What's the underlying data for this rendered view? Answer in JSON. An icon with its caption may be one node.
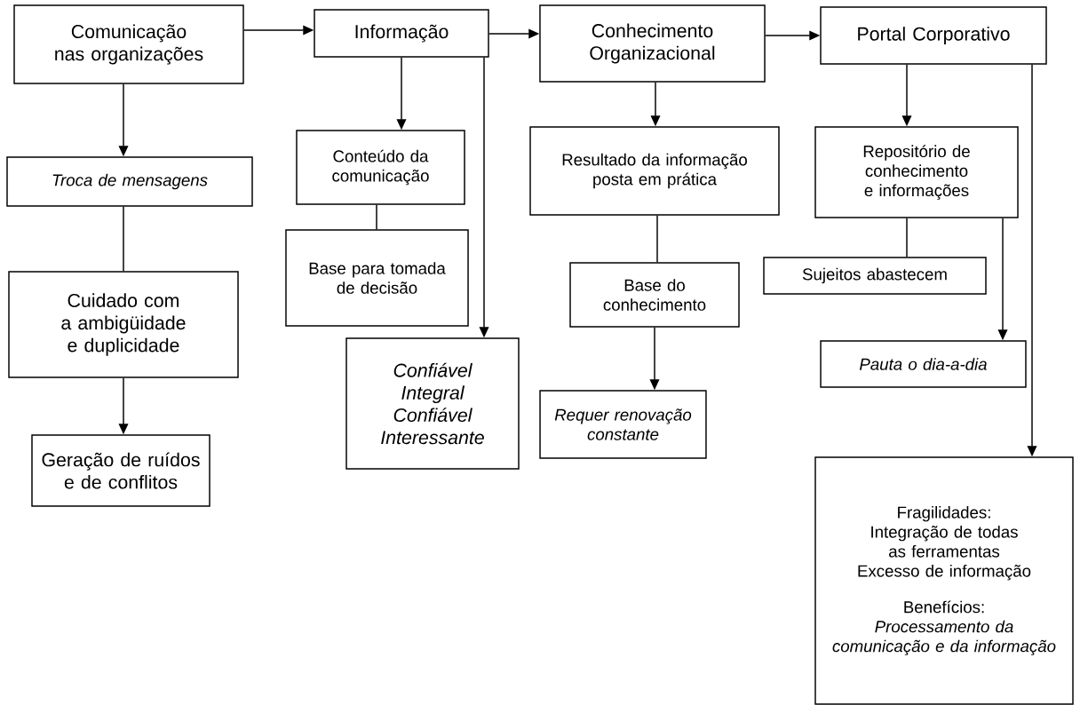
{
  "diagram": {
    "nodes": [
      {
        "text": [
          "Comunicação nas organizações"
        ]
      },
      {
        "text": [
          "Informação"
        ]
      },
      {
        "text": [
          "Conhecimento Organizacional"
        ]
      },
      {
        "text": [
          "Portal Corporativo"
        ]
      },
      {
        "text": [
          "Troca de mensagens"
        ]
      },
      {
        "text": [
          "Cuidado com a ambigüidade e duplicidade"
        ]
      },
      {
        "text": [
          "Geração de ruídos e de conflitos"
        ]
      },
      {
        "text": [
          "Conteúdo da comunicação"
        ]
      },
      {
        "text": [
          "Base para tomada de decisão"
        ]
      },
      {
        "text": [
          "Confiável",
          "Integral",
          "Confiável",
          "Interessante"
        ]
      },
      {
        "text": [
          "Resultado da informação posta em prática"
        ]
      },
      {
        "text": [
          "Base do conhecimento"
        ]
      },
      {
        "text": [
          "Requer renovação constante"
        ]
      },
      {
        "text": [
          "Repositório de conhecimento e informações"
        ]
      },
      {
        "text": [
          "Sujeitos abastecem"
        ]
      },
      {
        "text": [
          "Pauta o dia-a-dia"
        ]
      },
      {
        "text": [
          "Fragilidades:",
          "Integração de todas as ferramentas",
          "Excesso de informação",
          "Benefícios:",
          "Processamento da comunicação e da informação"
        ]
      }
    ],
    "edges": [
      {
        "from": 0,
        "to": 1,
        "arrow": "to"
      },
      {
        "from": 1,
        "to": 2,
        "arrow": "to"
      },
      {
        "from": 2,
        "to": 3,
        "arrow": "to"
      },
      {
        "from": 0,
        "to": 4,
        "arrow": "to"
      },
      {
        "from": 4,
        "to": 5,
        "arrow": "none"
      },
      {
        "from": 5,
        "to": 6,
        "arrow": "to"
      },
      {
        "from": 1,
        "to": 7,
        "arrow": "to"
      },
      {
        "from": 7,
        "to": 8,
        "arrow": "none"
      },
      {
        "from": 1,
        "to": 9,
        "arrow": "to"
      },
      {
        "from": 2,
        "to": 10,
        "arrow": "to"
      },
      {
        "from": 10,
        "to": 11,
        "arrow": "none"
      },
      {
        "from": 11,
        "to": 12,
        "arrow": "to"
      },
      {
        "from": 3,
        "to": 13,
        "arrow": "to"
      },
      {
        "from": 13,
        "to": 14,
        "arrow": "none"
      },
      {
        "from": 13,
        "to": 15,
        "arrow": "to"
      },
      {
        "from": 3,
        "to": 16,
        "arrow": "to"
      }
    ]
  }
}
